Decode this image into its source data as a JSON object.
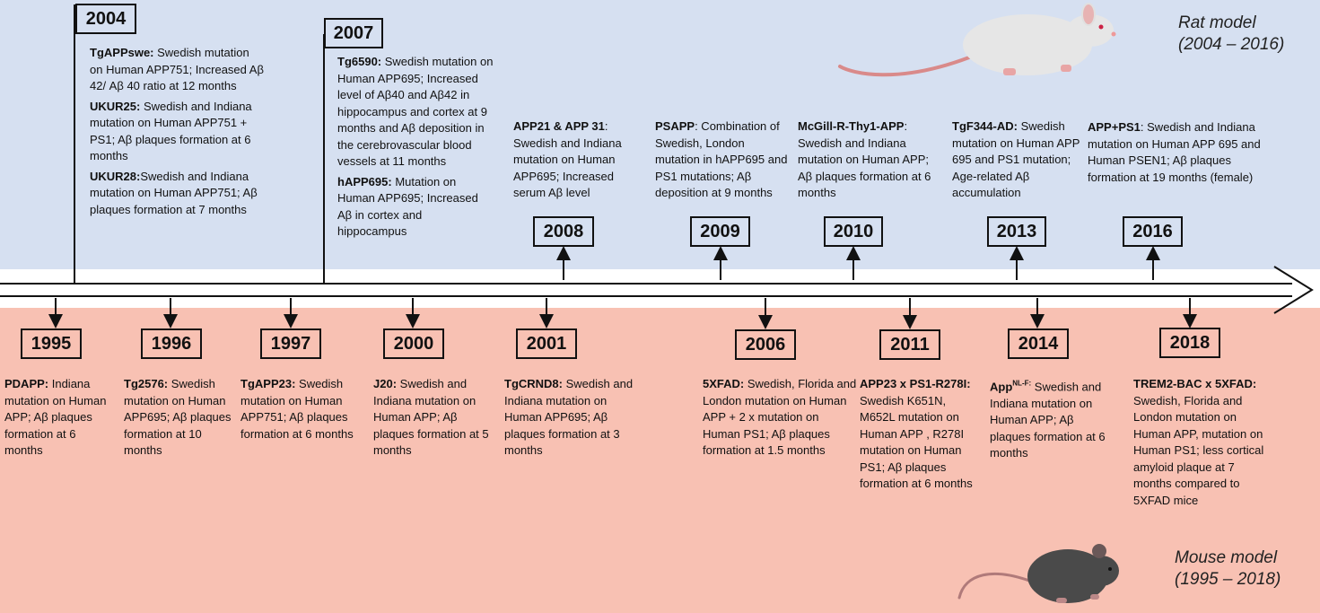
{
  "rat_model": {
    "title": "Rat model",
    "range": "(2004 – 2016)"
  },
  "mouse_model": {
    "title": "Mouse model",
    "range": "(1995 – 2018)"
  },
  "rat_entries": [
    {
      "year": "2004",
      "items": [
        {
          "name": "TgAPPswe:",
          "text": " Swedish mutation on Human APP751; Increased Aβ 42/ Aβ 40 ratio at 12 months"
        },
        {
          "name": "UKUR25:",
          "text": " Swedish and Indiana mutation on Human APP751 + PS1; Aβ plaques formation at 6 months"
        },
        {
          "name": "UKUR28:",
          "text": "Swedish and Indiana mutation on Human APP751; Aβ plaques formation at 7 months"
        }
      ]
    },
    {
      "year": "2007",
      "items": [
        {
          "name": "Tg6590:",
          "text": " Swedish mutation on Human APP695; Increased level of Aβ40 and Aβ42 in hippocampus and cortex at 9 months and Aβ deposition in the cerebrovascular blood vessels at 11 months"
        },
        {
          "name": "hAPP695:",
          "text": " Mutation on Human APP695; Increased Aβ in cortex and hippocampus"
        }
      ]
    },
    {
      "year": "2008",
      "items": [
        {
          "name": "APP21 & APP 31",
          "text": ": Swedish and Indiana mutation on Human APP695; Increased serum Aβ level"
        }
      ]
    },
    {
      "year": "2009",
      "items": [
        {
          "name": "PSAPP",
          "text": ": Combination of Swedish, London mutation in hAPP695 and PS1 mutations; Aβ deposition at 9 months"
        }
      ]
    },
    {
      "year": "2010",
      "items": [
        {
          "name": "McGill-R-Thy1-APP",
          "text": ": Swedish and Indiana mutation on Human APP; Aβ plaques formation at 6 months"
        }
      ]
    },
    {
      "year": "2013",
      "items": [
        {
          "name": "TgF344-AD:",
          "text": " Swedish mutation on Human APP 695 and PS1 mutation; Age-related Aβ accumulation"
        }
      ]
    },
    {
      "year": "2016",
      "items": [
        {
          "name": "APP+PS1",
          "text": ":  Swedish and Indiana mutation on Human APP 695 and Human PSEN1; Aβ plaques formation at 19 months (female)"
        }
      ]
    }
  ],
  "mouse_entries": [
    {
      "year": "1995",
      "name": "PDAPP:",
      "text": " Indiana mutation on Human APP; Aβ plaques formation at 6 months"
    },
    {
      "year": "1996",
      "name": "Tg2576:",
      "text": " Swedish mutation on Human APP695; Aβ plaques formation at 10 months"
    },
    {
      "year": "1997",
      "name": "TgAPP23:",
      "text": " Swedish mutation on Human APP751; Aβ plaques formation at 6 months"
    },
    {
      "year": "2000",
      "name": "J20:",
      "text": " Swedish and Indiana mutation on Human APP; Aβ plaques formation at 5 months"
    },
    {
      "year": "2001",
      "name": "TgCRND8:",
      "text": " Swedish and Indiana mutation on Human APP695; Aβ plaques formation at 3 months"
    },
    {
      "year": "2006",
      "name": "5XFAD:",
      "text": " Swedish, Florida and London mutation on Human APP + 2 x mutation on Human PS1; Aβ plaques formation at 1.5 months"
    },
    {
      "year": "2011",
      "name": "APP23 x PS1-R278I:",
      "text": " Swedish K651N, M652L mutation on Human APP ,  R278I mutation on Human PS1; Aβ plaques formation at 6 months"
    },
    {
      "year": "2014",
      "name": "App",
      "sup": "NL-F:",
      "text": " Swedish and Indiana mutation on Human APP; Aβ plaques formation at 6 months"
    },
    {
      "year": "2018",
      "name": "TREM2-BAC x 5XFAD:",
      "text": " Swedish, Florida and London mutation on Human APP, mutation on Human PS1; less cortical amyloid plaque at 7 months compared to 5XFAD mice"
    }
  ],
  "colors": {
    "rat_band": "#d6e0f1",
    "mouse_band": "#f8c1b3",
    "line": "#111111",
    "rat_body": "#e6e6e6",
    "mouse_body": "#4a4a4a"
  },
  "icons": [
    "rat-illustration",
    "mouse-illustration"
  ]
}
